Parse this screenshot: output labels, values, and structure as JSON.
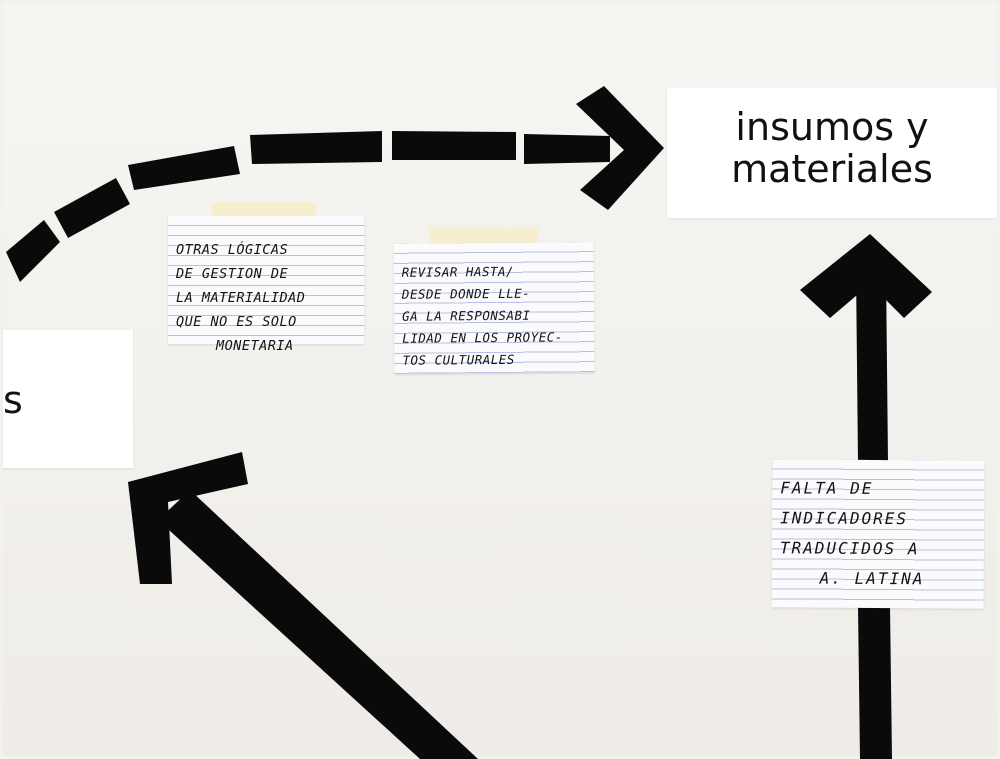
{
  "labels": {
    "main": [
      "insumos y",
      "materiales"
    ],
    "left_fragment": "s"
  },
  "notes": [
    {
      "lines": [
        "OTRAS LÓGICAS",
        "DE GESTION DE",
        "LA MATERIALIDAD",
        "QUE NO ES SOLO",
        "MONETARIA"
      ]
    },
    {
      "lines": [
        "REVISAR HASTA/",
        "DESDE DONDE LLE-",
        "GA LA RESPONSABI",
        "LIDAD EN LOS PROYEC-",
        "TOS CULTURALES"
      ]
    },
    {
      "lines": [
        "FALTA DE",
        "INDICADORES",
        "TRADUCIDOS A",
        "A. LATINA"
      ]
    }
  ],
  "colors": {
    "tape": "#0a0a0a",
    "wall": "#f3f1ed",
    "note_lines": "#b9bfe0",
    "masking_tape": "#f6ecc8"
  }
}
